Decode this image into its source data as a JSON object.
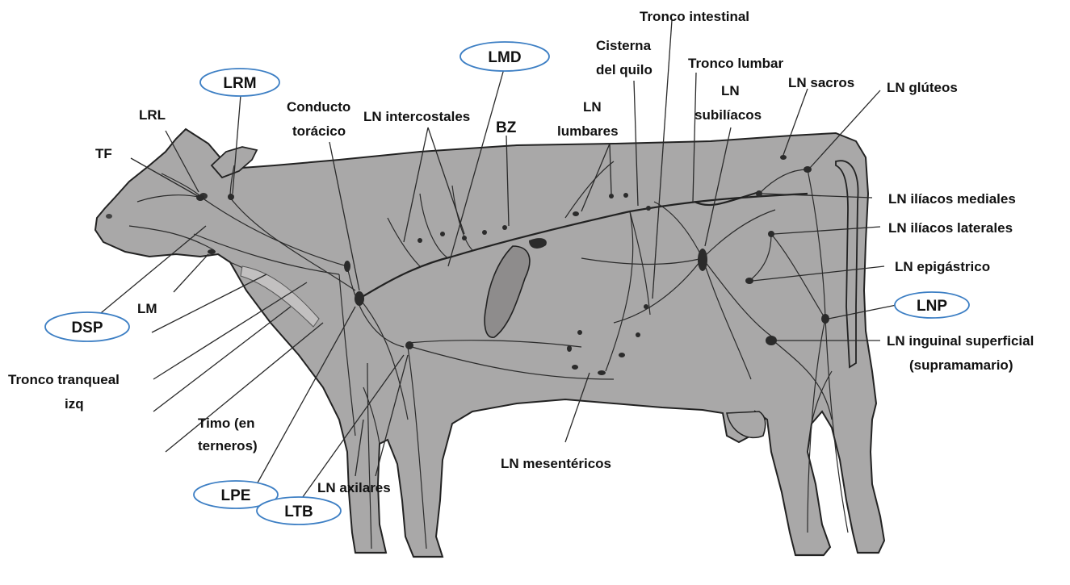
{
  "labels": {
    "tronco_intestinal": "Tronco intestinal",
    "cisterna_l1": "Cisterna",
    "cisterna_l2": "del quilo",
    "tronco_lumbar": "Tronco lumbar",
    "ln_sacros": "LN sacros",
    "ln_gluteos": "LN glúteos",
    "ln_subiliacos_l1": "LN",
    "ln_subiliacos_l2": "subilíacos",
    "ln_lumbares_l1": "LN",
    "ln_lumbares_l2": "lumbares",
    "bz": "BZ",
    "ln_intercostales": "LN intercostales",
    "conducto_l1": "Conducto",
    "conducto_l2": "torácico",
    "lrl": "LRL",
    "tf": "TF",
    "lm": "LM",
    "tronco_traqueal_l1": "Tronco tranqueal",
    "tronco_traqueal_l2": "izq",
    "timo_l1": "Timo (en",
    "timo_l2": "terneros)",
    "ln_axilares": "LN axilares",
    "ln_mesentericos": "LN mesentéricos",
    "ln_iliacos_mediales": "LN ilíacos mediales",
    "ln_iliacos_laterales": "LN ilíacos laterales",
    "ln_epigastrico": "LN epigástrico",
    "ln_inguinal_l1": "LN inguinal superficial",
    "ln_inguinal_l2": "(supramamario)"
  },
  "ovals": {
    "lrm": "LRM",
    "lmd": "LMD",
    "dsp": "DSP",
    "lpe": "LPE",
    "ltb": "LTB",
    "lnp": "LNP"
  },
  "colors": {
    "body_fill": "#a9a8a8",
    "outline": "#222222",
    "oval_stroke": "#3d7fc4",
    "text": "#111111"
  }
}
